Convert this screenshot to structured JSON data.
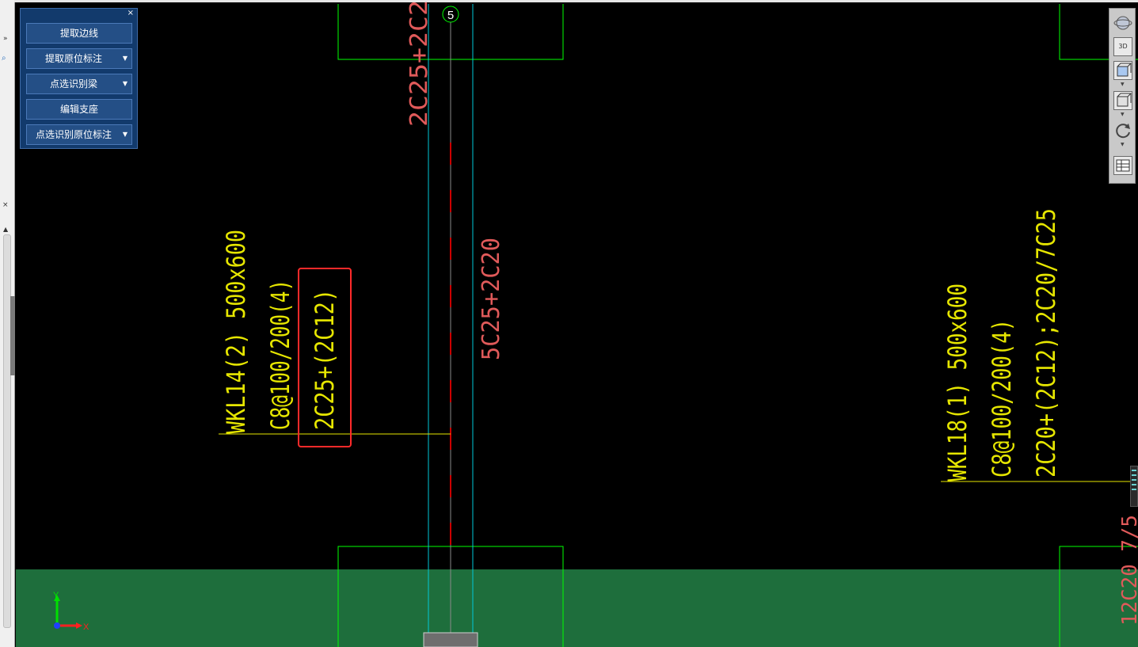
{
  "panel": {
    "close": "×",
    "buttons": [
      {
        "label": "提取边线",
        "dropdown": false
      },
      {
        "label": "提取原位标注",
        "dropdown": true
      },
      {
        "label": "点选识别梁",
        "dropdown": true
      },
      {
        "label": "编辑支座",
        "dropdown": false
      },
      {
        "label": "点选识别原位标注",
        "dropdown": true
      }
    ],
    "dropdown_glyph": "▼"
  },
  "drawing": {
    "axis_number": "5",
    "beam_left": {
      "name": "WKL14(2) 500x600",
      "stirrup": "C8@100/200(4)",
      "rebar": "2C25+(2C12)"
    },
    "beam_right": {
      "name": "WKL18(1) 500x600",
      "stirrup": "C8@100/200(4)",
      "rebar": "2C20+(2C12);2C20/7C25"
    },
    "top_label": "2C25+2C2",
    "mid_label": "5C25+2C20",
    "right_bottom_label": "12C20 7/5",
    "axis_y": "Y",
    "axis_x": "X"
  },
  "colors": {
    "background": "#000000",
    "yellow": "#e6e600",
    "red_text": "#e05a5a",
    "cyan": "#00c8d8",
    "green_line": "#00ff00",
    "green_band": "#1e6e3c",
    "highlight": "#ff2a2a",
    "panel_bg": "#123a6c"
  },
  "viewbar": {
    "icons": [
      "orbit-icon",
      "3d-view-icon",
      "top-view-icon",
      "box-view-icon",
      "rotate-icon",
      "layer-settings-icon"
    ],
    "label_3d": "3D"
  }
}
